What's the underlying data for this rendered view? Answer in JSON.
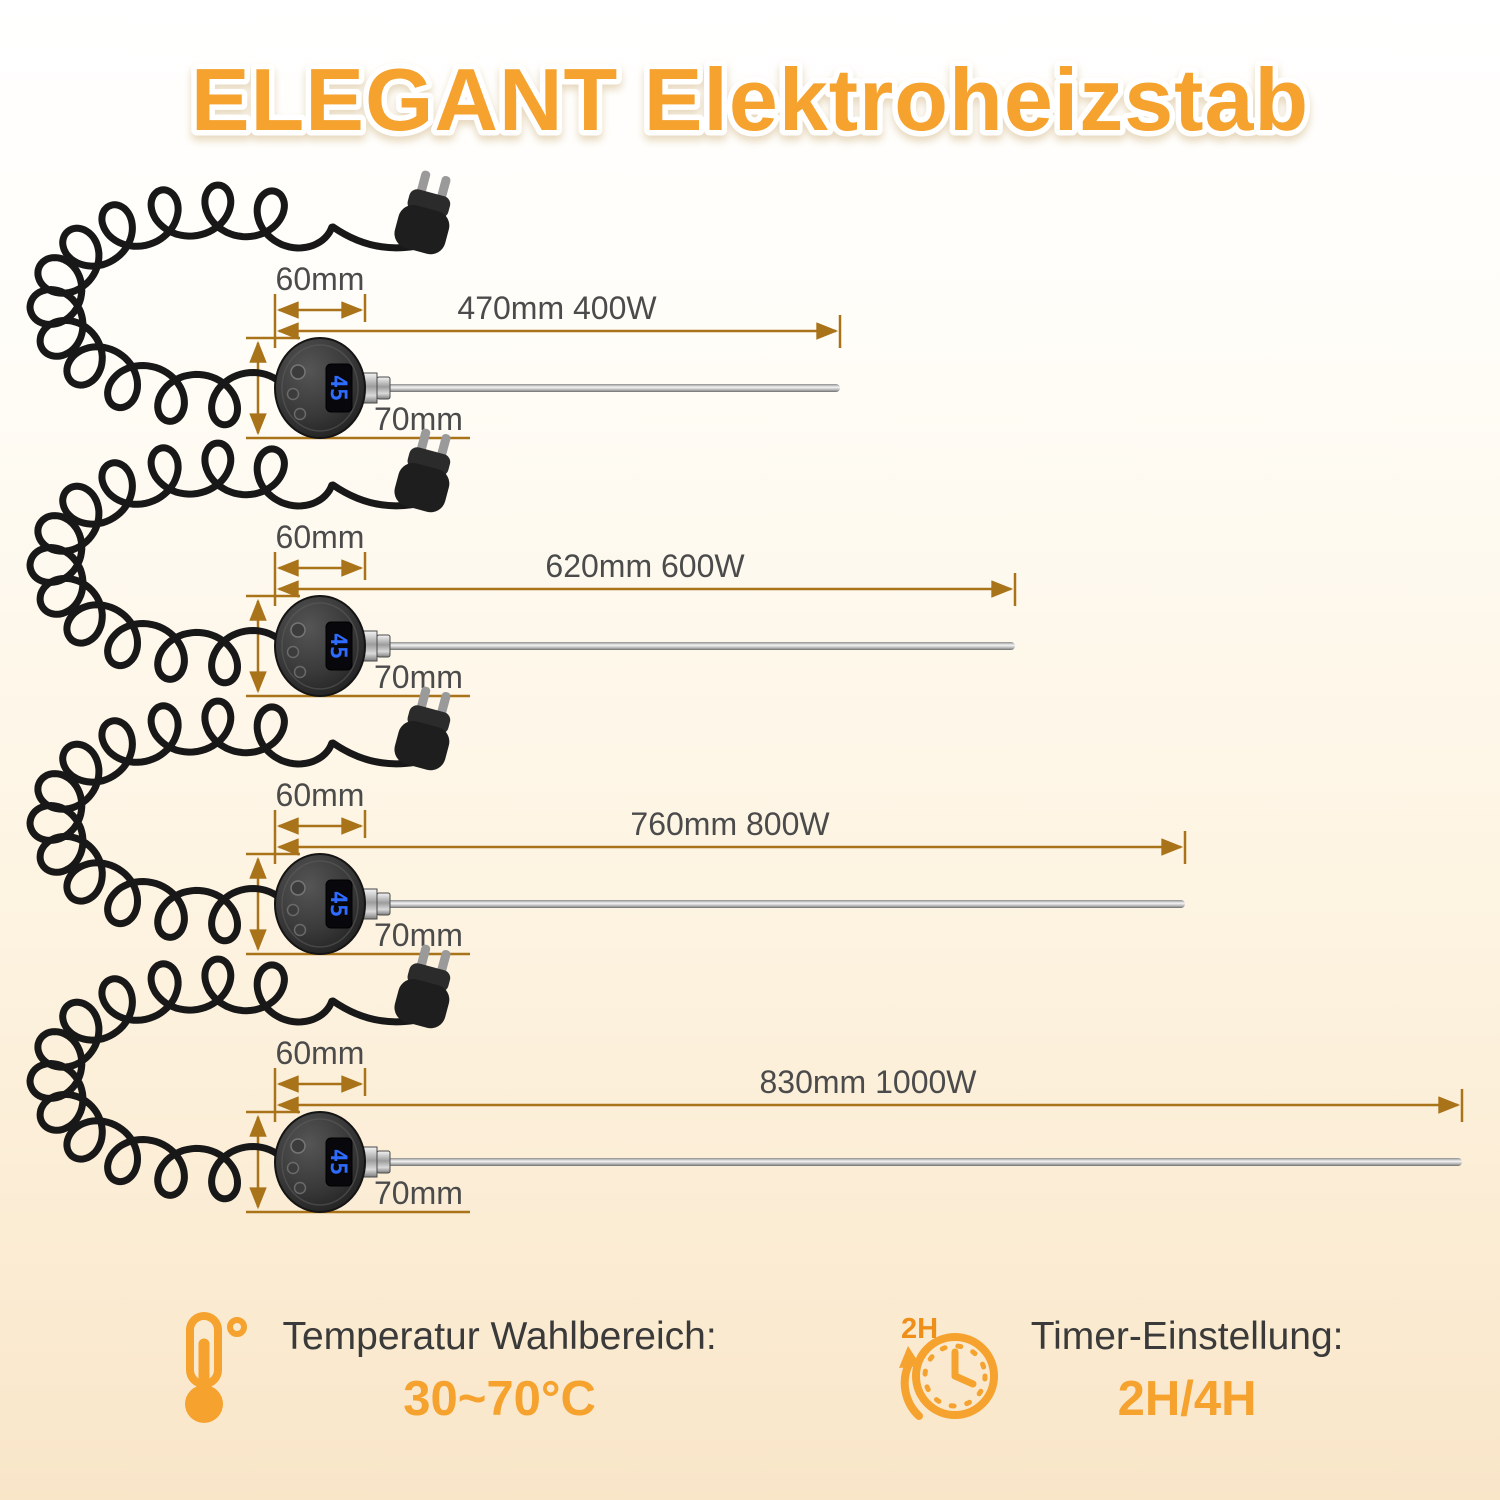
{
  "title": "ELEGANT Elektroheizstab",
  "display_value": "45",
  "rods": [
    {
      "width_label": "60mm",
      "height_label": "70mm",
      "length_label": "470mm 400W"
    },
    {
      "width_label": "60mm",
      "height_label": "70mm",
      "length_label": "620mm 600W"
    },
    {
      "width_label": "60mm",
      "height_label": "70mm",
      "length_label": "760mm 800W"
    },
    {
      "width_label": "60mm",
      "height_label": "70mm",
      "length_label": "830mm 1000W"
    }
  ],
  "features": [
    {
      "icon": "thermometer-icon",
      "label": "Temperatur Wahlbereich:",
      "value": "30~70°C"
    },
    {
      "icon": "timer-icon",
      "badge": "2H",
      "label": "Timer-Einstellung:",
      "value": "2H/4H"
    }
  ],
  "colors": {
    "accent": "#f5a22e",
    "dimension": "#a9731a",
    "text_dark": "#4b4b4b"
  }
}
